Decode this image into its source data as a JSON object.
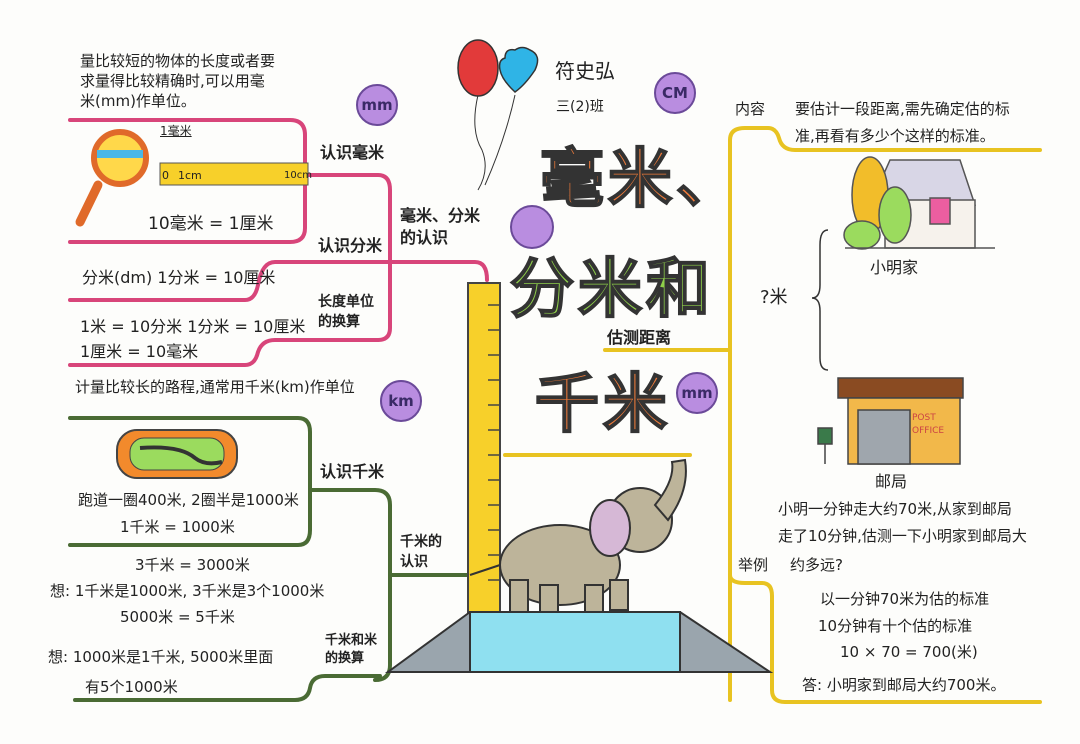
{
  "author": {
    "name": "符史弘",
    "class": "三(2)班"
  },
  "title": {
    "line1": "毫米、",
    "line2": "分米和",
    "line3": "千米"
  },
  "badges": {
    "mm_top": "mm",
    "cm": "CM",
    "km": "km",
    "mm_center": "mm"
  },
  "left_top": {
    "branch": "毫米、分米的认识",
    "intro_lines": [
      "量比较短的物体的长度或者要",
      "求量得比较精确时,可以用毫",
      "米(mm)作单位。"
    ],
    "mm_node": "认识毫米",
    "one_mm_label": "1毫米",
    "ruler_labels": [
      "0",
      "1cm",
      "10cm"
    ],
    "mm_fact": "10毫米 = 1厘米",
    "dm_node": "认识分米",
    "dm_fact": "分米(dm)   1分米 = 10厘米",
    "conv_node": "长度单位的换算",
    "conv_lines": [
      "1米 = 10分米   1分米 = 10厘米",
      "1厘米 = 10毫米"
    ]
  },
  "left_bottom": {
    "branch": "千米的认识",
    "intro": "计量比较长的路程,通常用千米(km)作单位",
    "km_node": "认识千米",
    "km_lines": [
      "跑道一圈400米, 2圈半是1000米",
      "1千米 = 1000米"
    ],
    "conv_node": "千米和米的换算",
    "conv_lines": [
      "3千米 = 3000米",
      "想: 1千米是1000米, 3千米是3个1000米",
      "5000米 = 5千米",
      "想: 1000米是1千米, 5000米里面",
      "有5个1000米"
    ]
  },
  "right": {
    "branch": "估测距离",
    "content_node": "内容",
    "content_lines": [
      "要估计一段距离,需先确定估的标",
      "准,再看有多少个这样的标准。"
    ],
    "home_label": "小明家",
    "distance_label": "?米",
    "post_office_sign": "POST OFFICE",
    "post_office_label": "邮局",
    "example_node": "举例",
    "example_lines": [
      "小明一分钟走大约70米,从家到邮局",
      "走了10分钟,估测一下小明家到邮局大",
      "约多远?"
    ],
    "solution_lines": [
      "以一分钟70米为估的标准",
      "10分钟有十个估的标准",
      "10 × 70 = 700(米)",
      "答: 小明家到邮局大约700米。"
    ]
  },
  "colors": {
    "pink": "#d8457a",
    "green": "#4a6b34",
    "yellow": "#e8c321",
    "orange": "#ef7b3a",
    "title_green": "#8fd04a",
    "purple": "#b98de0"
  }
}
